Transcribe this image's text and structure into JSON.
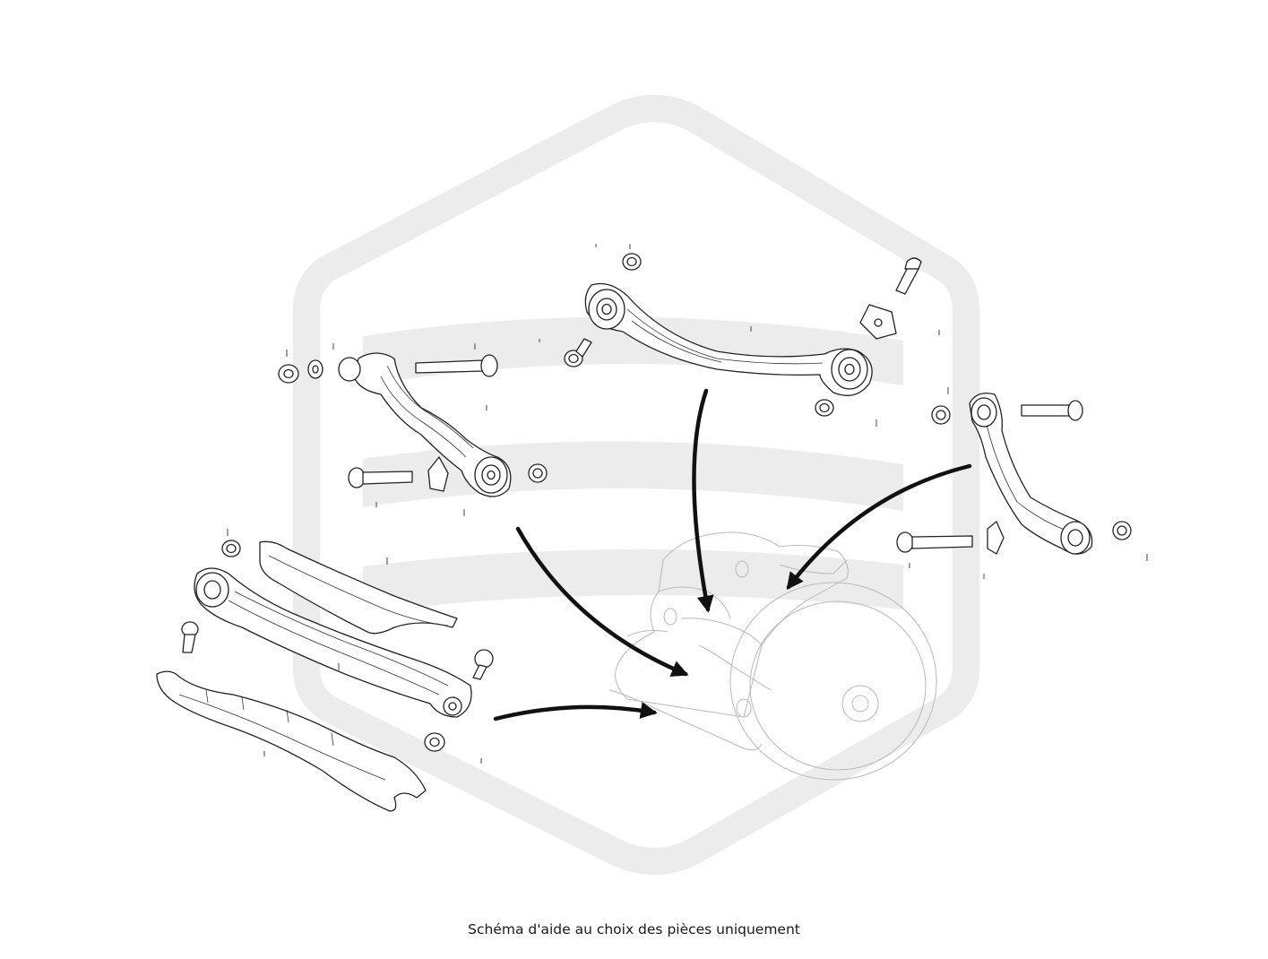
{
  "caption": "Schéma d'aide au choix des pièces uniquement",
  "colors": {
    "watermark": "#ececec",
    "line": "#222222",
    "ghost": "#b9b9b9",
    "arrow": "#111111"
  },
  "icons": [
    "watermark-logo",
    "control-arm",
    "bolt",
    "nut",
    "washer",
    "wheel-hub-assembly",
    "arrow"
  ]
}
